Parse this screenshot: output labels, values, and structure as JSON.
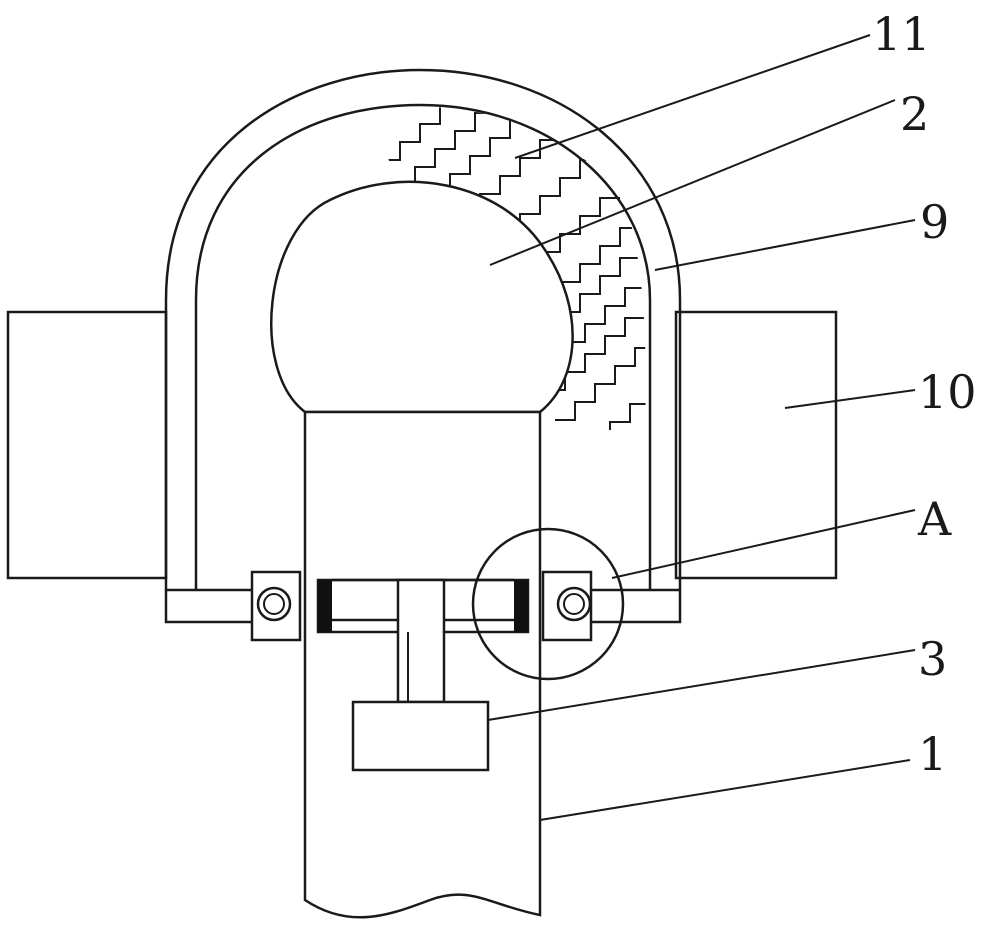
{
  "labels": {
    "label_11": "11",
    "label_2": "2",
    "label_9": "9",
    "label_10": "10",
    "label_A": "A",
    "label_3": "3",
    "label_1": "1"
  }
}
